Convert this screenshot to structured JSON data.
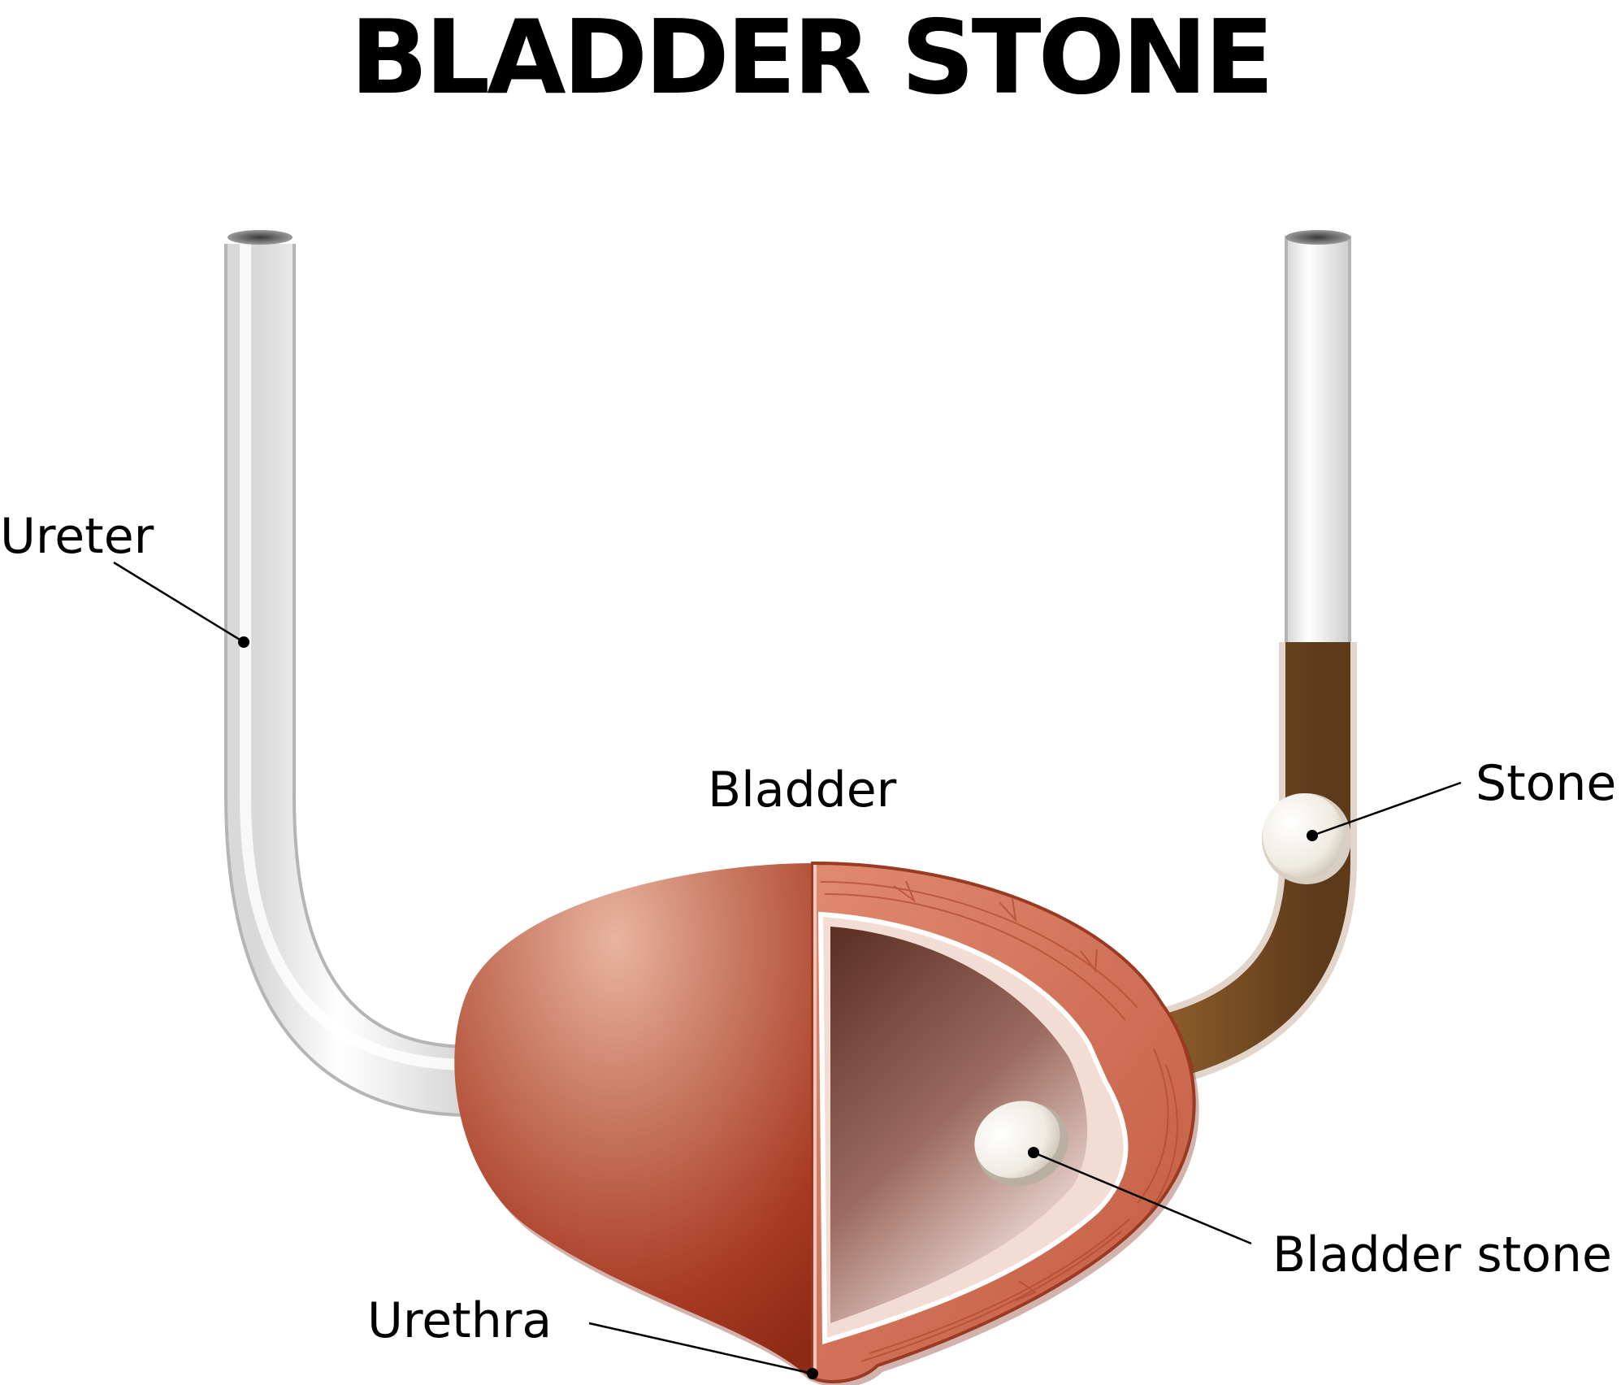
{
  "title": "BLADDER STONE",
  "labels": {
    "ureter": "Ureter",
    "bladder": "Bladder",
    "stone": "Stone",
    "bladder_stone": "Bladder stone",
    "urethra": "Urethra"
  },
  "colors": {
    "text": "#000000",
    "background": "#ffffff",
    "bladder_muscle": "#b84a30",
    "ureter_tube": "#eeeeee",
    "blocked_ureter": "#7a4f22",
    "stone": "#f4f1ea"
  }
}
